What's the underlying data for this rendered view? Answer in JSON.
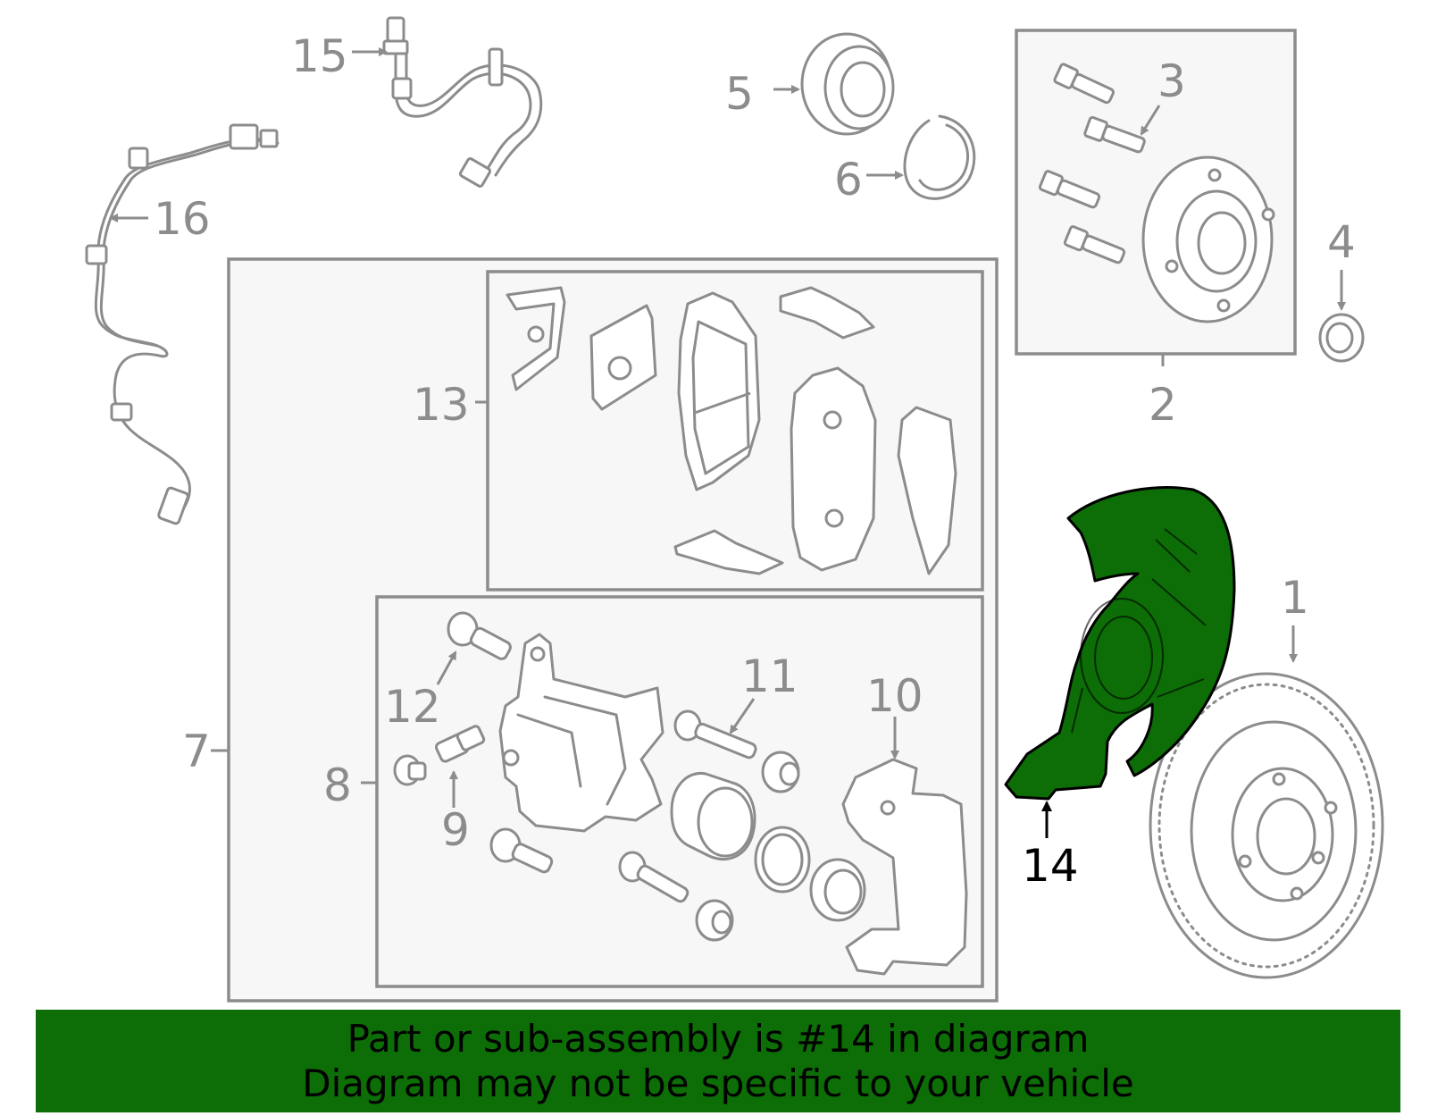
{
  "callouts": {
    "c1": "1",
    "c2": "2",
    "c3": "3",
    "c4": "4",
    "c5": "5",
    "c6": "6",
    "c7": "7",
    "c8": "8",
    "c9": "9",
    "c10": "10",
    "c11": "11",
    "c12": "12",
    "c13": "13",
    "c14": "14",
    "c15": "15",
    "c16": "16"
  },
  "highlight_part": "14",
  "colors": {
    "highlight": "#0d6d06",
    "outline": "#8c8c8c",
    "banner": "#0d6d06"
  },
  "banner": {
    "line1": "Part or sub-assembly is #14 in diagram",
    "line2": "Diagram may not be specific to your vehicle"
  }
}
